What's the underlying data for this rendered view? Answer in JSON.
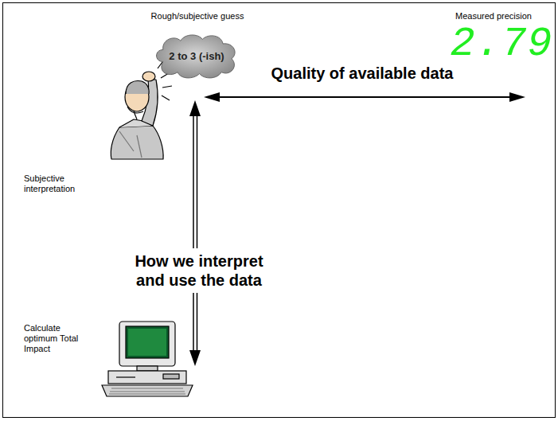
{
  "diagram": {
    "nodes": [
      {
        "text": [
          "2 to 3 (-ish)"
        ]
      }
    ],
    "labels": [
      "Rough/subjective guess",
      "Measured precision",
      "2.79",
      "Quality of available data",
      "Subjective interpretation",
      "How we interpret and use the data",
      "Calculate optimum Total Impact"
    ]
  }
}
